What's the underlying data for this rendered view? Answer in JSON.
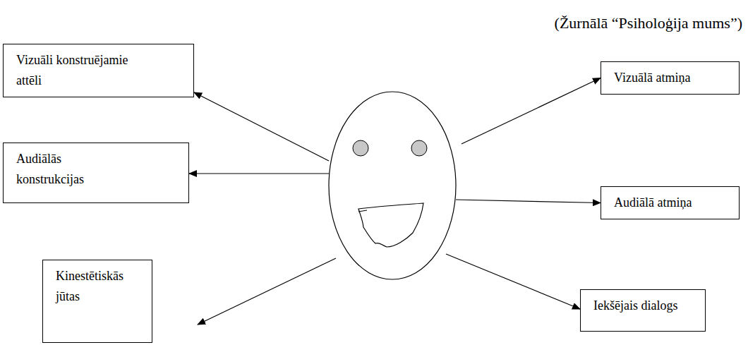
{
  "diagram": {
    "nodes": [
      {
        "text": [
          "Vizuāli konstruējamie attēli"
        ]
      },
      {
        "text": [
          "Vizuālā atmiņa"
        ]
      },
      {
        "text": [
          "Audiālās konstrukcijas"
        ]
      },
      {
        "text": [
          "Audiālā atmiņa"
        ]
      },
      {
        "text": [
          "Kinestētiskās jūtas"
        ]
      },
      {
        "text": [
          "Iekšējais dialogs"
        ]
      }
    ],
    "labels": [
      "(Žurnālā “Psiholoģija mums”)"
    ]
  }
}
